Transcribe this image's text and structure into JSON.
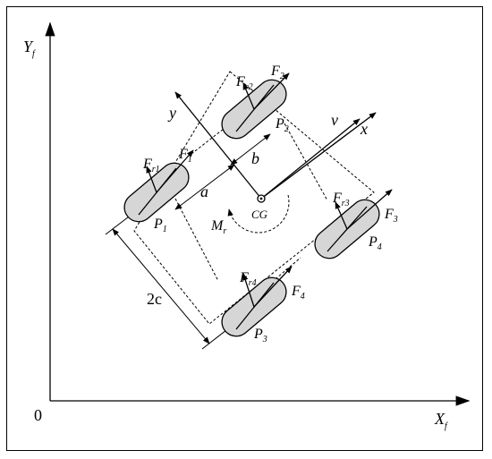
{
  "axes": {
    "origin": "0",
    "x_main": "X",
    "x_sub": "f",
    "y_main": "Y",
    "y_sub": "f"
  },
  "body_axes": {
    "x": "x",
    "y": "y",
    "v": "v"
  },
  "cg": "CG",
  "moment": {
    "main": "M",
    "sub": "r"
  },
  "dims": {
    "a": "a",
    "b": "b",
    "c2": "2c"
  },
  "wheels": [
    {
      "p_main": "P",
      "p_sub": "1",
      "f_main": "F",
      "f_sub": "1",
      "fr_main": "F",
      "fr_sub": "r1"
    },
    {
      "p_main": "P",
      "p_sub": "2",
      "f_main": "F",
      "f_sub": "2",
      "fr_main": "F",
      "fr_sub": "r2"
    },
    {
      "p_main": "P",
      "p_sub": "3",
      "f_main": "F",
      "f_sub": "4",
      "fr_main": "F",
      "fr_sub": "r4"
    },
    {
      "p_main": "P",
      "p_sub": "4",
      "f_main": "F",
      "f_sub": "3",
      "fr_main": "F",
      "fr_sub": "r3"
    }
  ],
  "colors": {
    "wheel_fill": "#d6d6d6",
    "stroke": "#000000"
  }
}
